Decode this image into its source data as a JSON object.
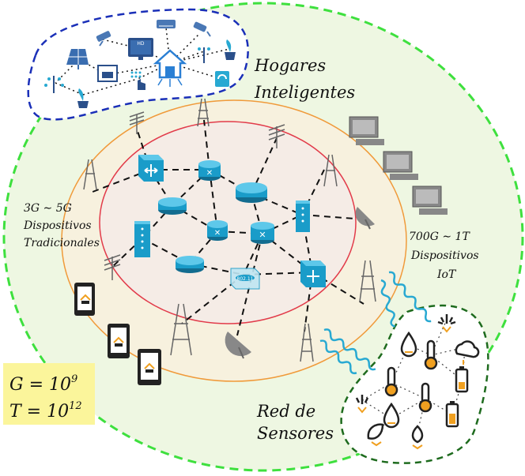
{
  "labels": {
    "smart_homes": [
      "Hogares",
      "Inteligentes"
    ],
    "traditional": [
      "3G ∼ 5G",
      "Dispositivos",
      "Tradicionales"
    ],
    "iot": [
      "700G ∼ 1T",
      "Dispositivos",
      "IoT"
    ],
    "sensors": [
      "Red de",
      "Sensores"
    ]
  },
  "legend": {
    "g_lhs": "G = 10",
    "g_exp": "9",
    "t_lhs": "T = 10",
    "t_exp": "12"
  },
  "colors": {
    "outer_border": "#3ee03e",
    "outer_fill": "#eef7e2",
    "home_border": "#1a2fb8",
    "mid_border": "#f09a3a",
    "mid_fill": "#f7f1de",
    "core_border": "#e23b4a",
    "core_fill": "#f5ece6",
    "sensor_border": "#1e6b1e",
    "device_blue": "#1a9cc9",
    "legend_bg": "#fbf59b"
  }
}
